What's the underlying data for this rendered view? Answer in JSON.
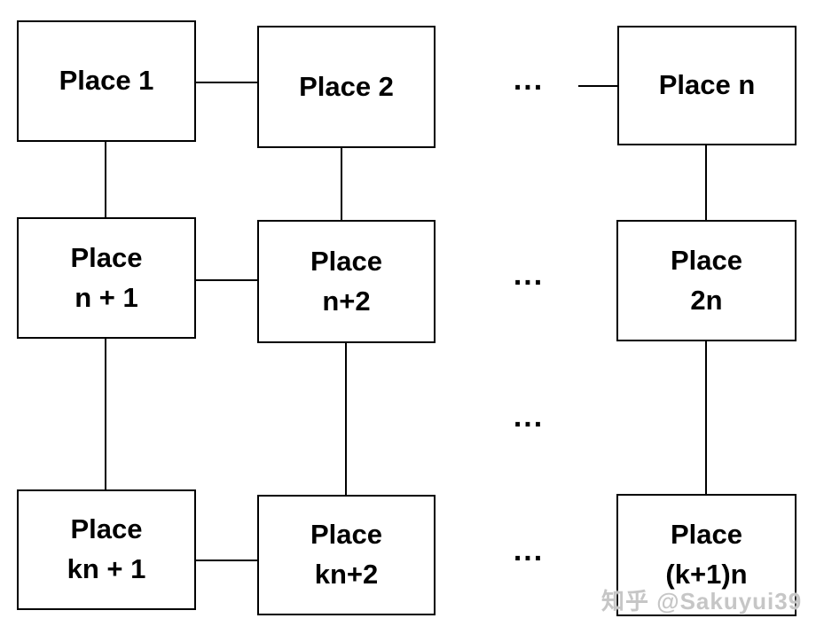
{
  "diagram": {
    "title_hint": "grid of connected place nodes",
    "ellipsis": "...",
    "nodes": [
      {
        "id": "place-1",
        "label": "Place 1"
      },
      {
        "id": "place-2",
        "label": "Place 2"
      },
      {
        "id": "place-n",
        "label": "Place n"
      },
      {
        "id": "place-n-plus-1",
        "label": "Place\nn + 1"
      },
      {
        "id": "place-n-plus-2",
        "label": "Place\nn+2"
      },
      {
        "id": "place-2n",
        "label": "Place\n2n"
      },
      {
        "id": "place-kn-plus-1",
        "label": "Place\nkn + 1"
      },
      {
        "id": "place-kn-plus-2",
        "label": "Place\nkn+2"
      },
      {
        "id": "place-k-plus-1-n",
        "label": "Place\n(k+1)n"
      }
    ],
    "colors": {
      "background": "#ffffff",
      "box_border": "#000000",
      "text": "#000000",
      "watermark": "#c6c6c6"
    }
  },
  "watermark": {
    "text": "知乎 @Sakuyui39"
  }
}
